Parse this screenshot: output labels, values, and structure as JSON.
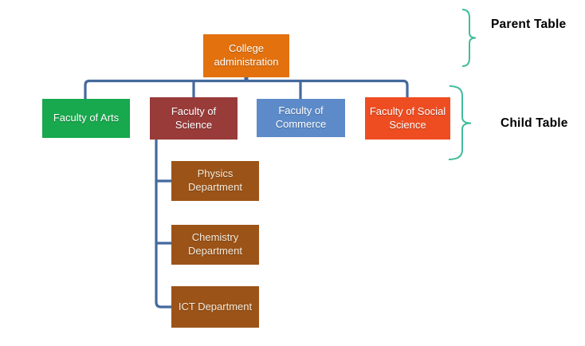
{
  "diagram": {
    "root": {
      "label": "College administration",
      "color": "#E2710E"
    },
    "faculties": [
      {
        "label": "Faculty of Arts",
        "color": "#18A84D"
      },
      {
        "label": "Faculty of Science",
        "color": "#983B39"
      },
      {
        "label": "Faculty of Commerce",
        "color": "#5D8BC9"
      },
      {
        "label": "Faculty of Social Science",
        "color": "#EE4D22"
      }
    ],
    "departments": [
      {
        "label": "Physics Department"
      },
      {
        "label": "Chemistry Department"
      },
      {
        "label": "ICT Department"
      }
    ],
    "department_color": "#9C5317"
  },
  "annotations": {
    "parent_table": "Parent Table",
    "child_table": "Child Table"
  },
  "colors": {
    "connector": "#44699D",
    "brace": "#3FBD9A",
    "node_text": "#FFFFFF",
    "department_text": "#F2EADC",
    "annotation_text": "#000000",
    "background": "#FFFFFF"
  }
}
